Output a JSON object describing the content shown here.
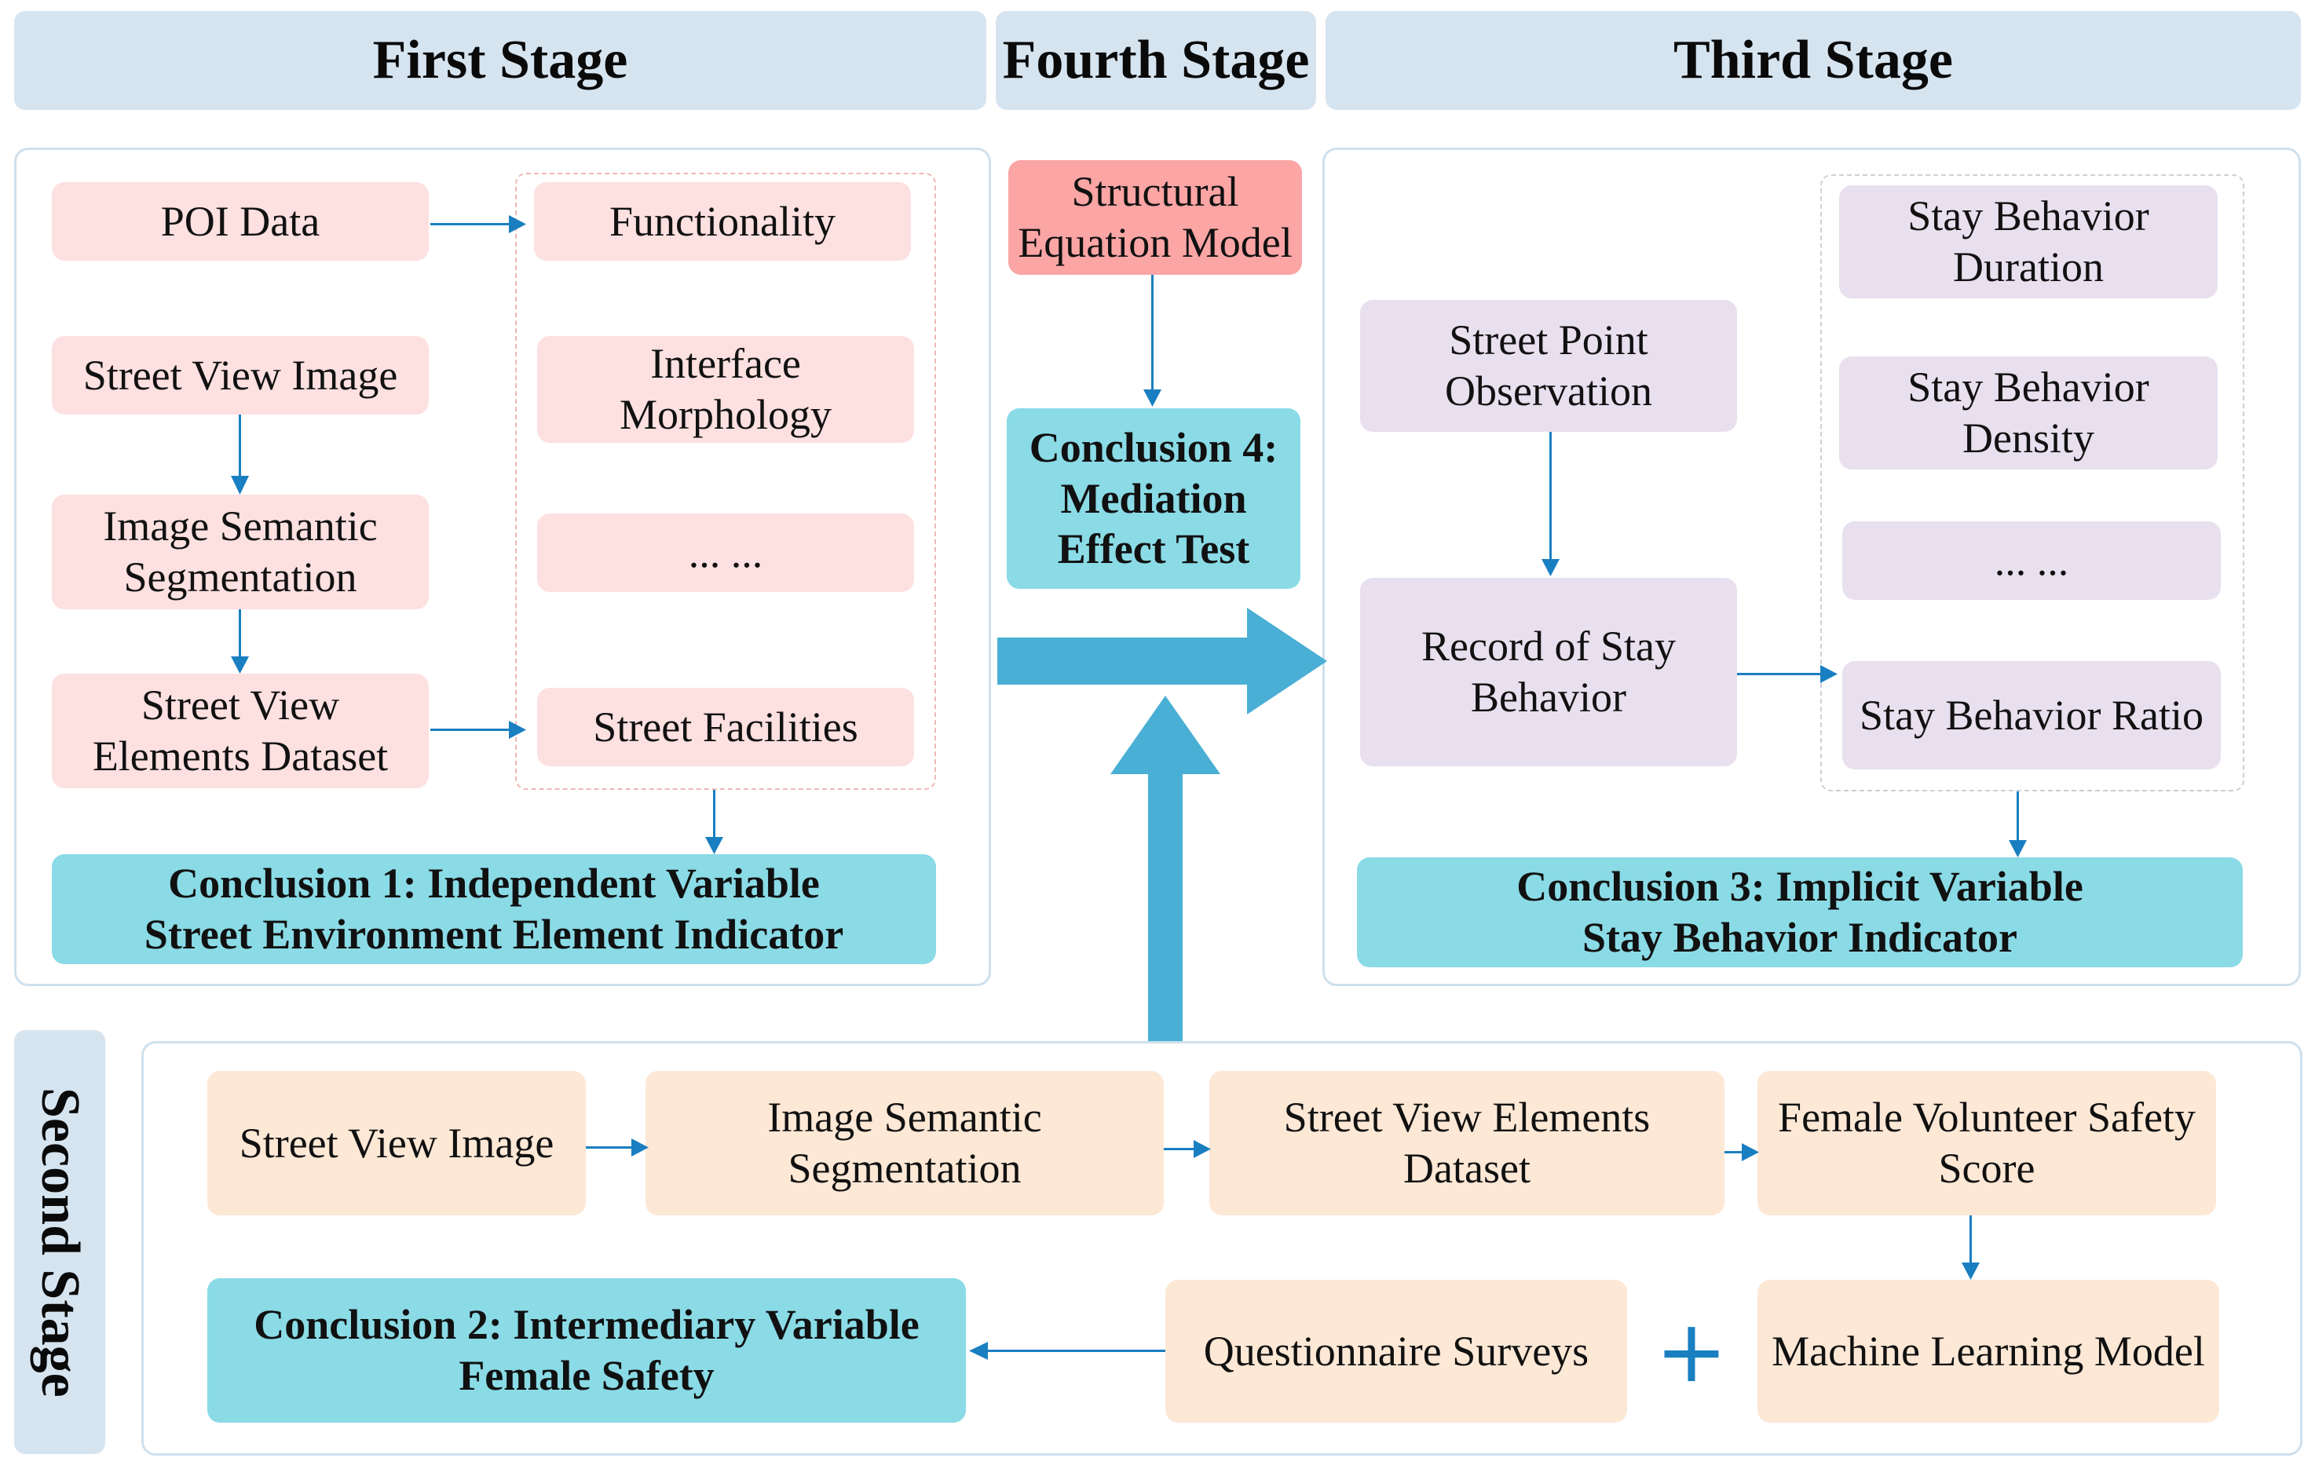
{
  "stages": {
    "first": "First Stage",
    "fourth": "Fourth Stage",
    "third": "Third Stage",
    "second": "Second Stage"
  },
  "first_stage": {
    "poi": "POI Data",
    "street_view_image": "Street View Image",
    "image_segmentation": "Image Semantic Segmentation",
    "elements_dataset": "Street View Elements Dataset",
    "functionality": "Functionality",
    "interface_morphology": "Interface Morphology",
    "ellipsis": "... ...",
    "street_facilities": "Street Facilities",
    "conclusion_line1": "Conclusion 1: Independent Variable",
    "conclusion_line2": "Street Environment Element Indicator"
  },
  "fourth_stage": {
    "sem": "Structural Equation Model",
    "conclusion_line1": "Conclusion 4:",
    "conclusion_line2": "Mediation",
    "conclusion_line3": "Effect Test"
  },
  "third_stage": {
    "observation": "Street Point Observation",
    "record": "Record of Stay Behavior",
    "duration": "Stay Behavior Duration",
    "density": "Stay Behavior Density",
    "ellipsis": "... ...",
    "ratio": "Stay Behavior Ratio",
    "conclusion_line1": "Conclusion 3: Implicit Variable",
    "conclusion_line2": "Stay Behavior Indicator"
  },
  "second_stage": {
    "street_view_image": "Street View Image",
    "image_segmentation": "Image Semantic Segmentation",
    "elements_dataset": "Street View Elements Dataset",
    "safety_score": "Female Volunteer Safety Score",
    "ml_model": "Machine Learning Model",
    "questionnaire": "Questionnaire Surveys",
    "plus": "+",
    "conclusion_line1": "Conclusion 2: Intermediary Variable",
    "conclusion_line2": "Female Safety"
  },
  "colors": {
    "header": "#d6e4f0",
    "pink": "#fde0e0",
    "sem": "#fca5a5",
    "purple": "#e8e0ee",
    "peach": "#fde8d6",
    "teal": "#8adbe6",
    "arrow": "#1a7fc1",
    "big_arrow": "#4aafd4"
  }
}
